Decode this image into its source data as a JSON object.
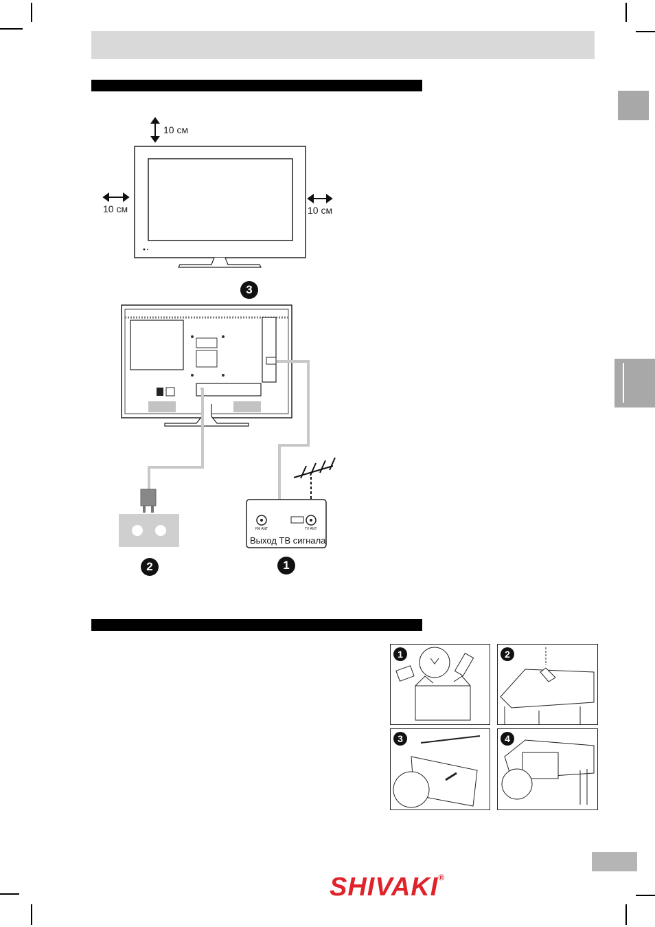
{
  "header": {
    "title": ""
  },
  "placement": {
    "top_clearance": "10 см",
    "left_clearance": "10 см",
    "right_clearance": "10 см"
  },
  "connection": {
    "step_tv": "3",
    "step_power": "2",
    "step_antenna": "1",
    "socket_label": "Выход ТВ сигнала",
    "socket_left_small": "FM ANT",
    "socket_right_small": "TV ANT"
  },
  "stand_steps": [
    "1",
    "2",
    "3",
    "4"
  ],
  "footer": {
    "brand": "SHIVAKI",
    "registered": "®",
    "page_number": ""
  },
  "colors": {
    "header_bar": "#d9d9d9",
    "side_tab": "#a8a8a8",
    "brand": "#e0222a",
    "cable": "#c8c8c8"
  }
}
